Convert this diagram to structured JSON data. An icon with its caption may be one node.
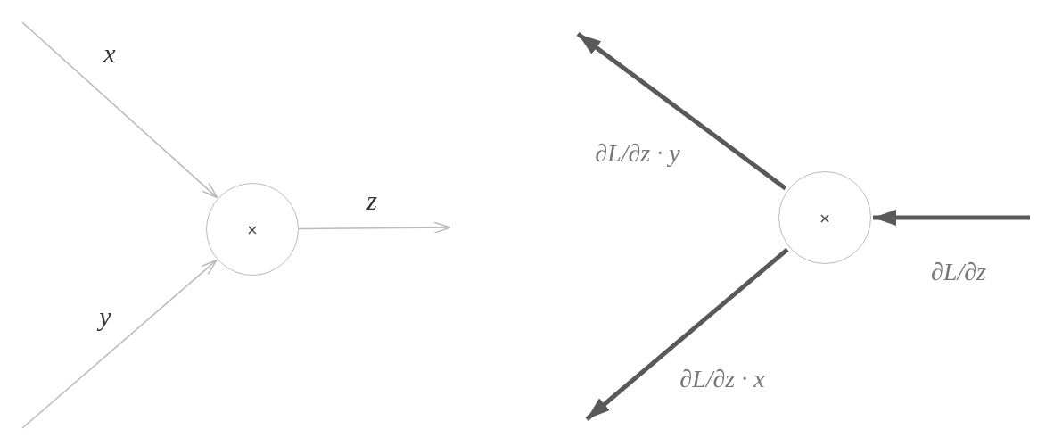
{
  "diagram": {
    "nodes": [
      {
        "text": [
          "×"
        ]
      },
      {
        "text": [
          "×"
        ]
      }
    ],
    "edges": [
      {
        "from": null,
        "to": 0,
        "arrow": "to",
        "label": "x"
      },
      {
        "from": null,
        "to": 0,
        "arrow": "to",
        "label": "y"
      },
      {
        "from": 0,
        "to": null,
        "arrow": "to",
        "label": "z"
      },
      {
        "from": null,
        "to": 1,
        "arrow": "to",
        "label": "∂L/∂z",
        "style": "thick",
        "color": "#595959"
      },
      {
        "from": 1,
        "to": null,
        "arrow": "to",
        "label": "∂L/∂z · y",
        "style": "thick",
        "color": "#595959"
      },
      {
        "from": 1,
        "to": null,
        "arrow": "to",
        "label": "∂L/∂z · x",
        "style": "thick",
        "color": "#595959"
      }
    ]
  }
}
